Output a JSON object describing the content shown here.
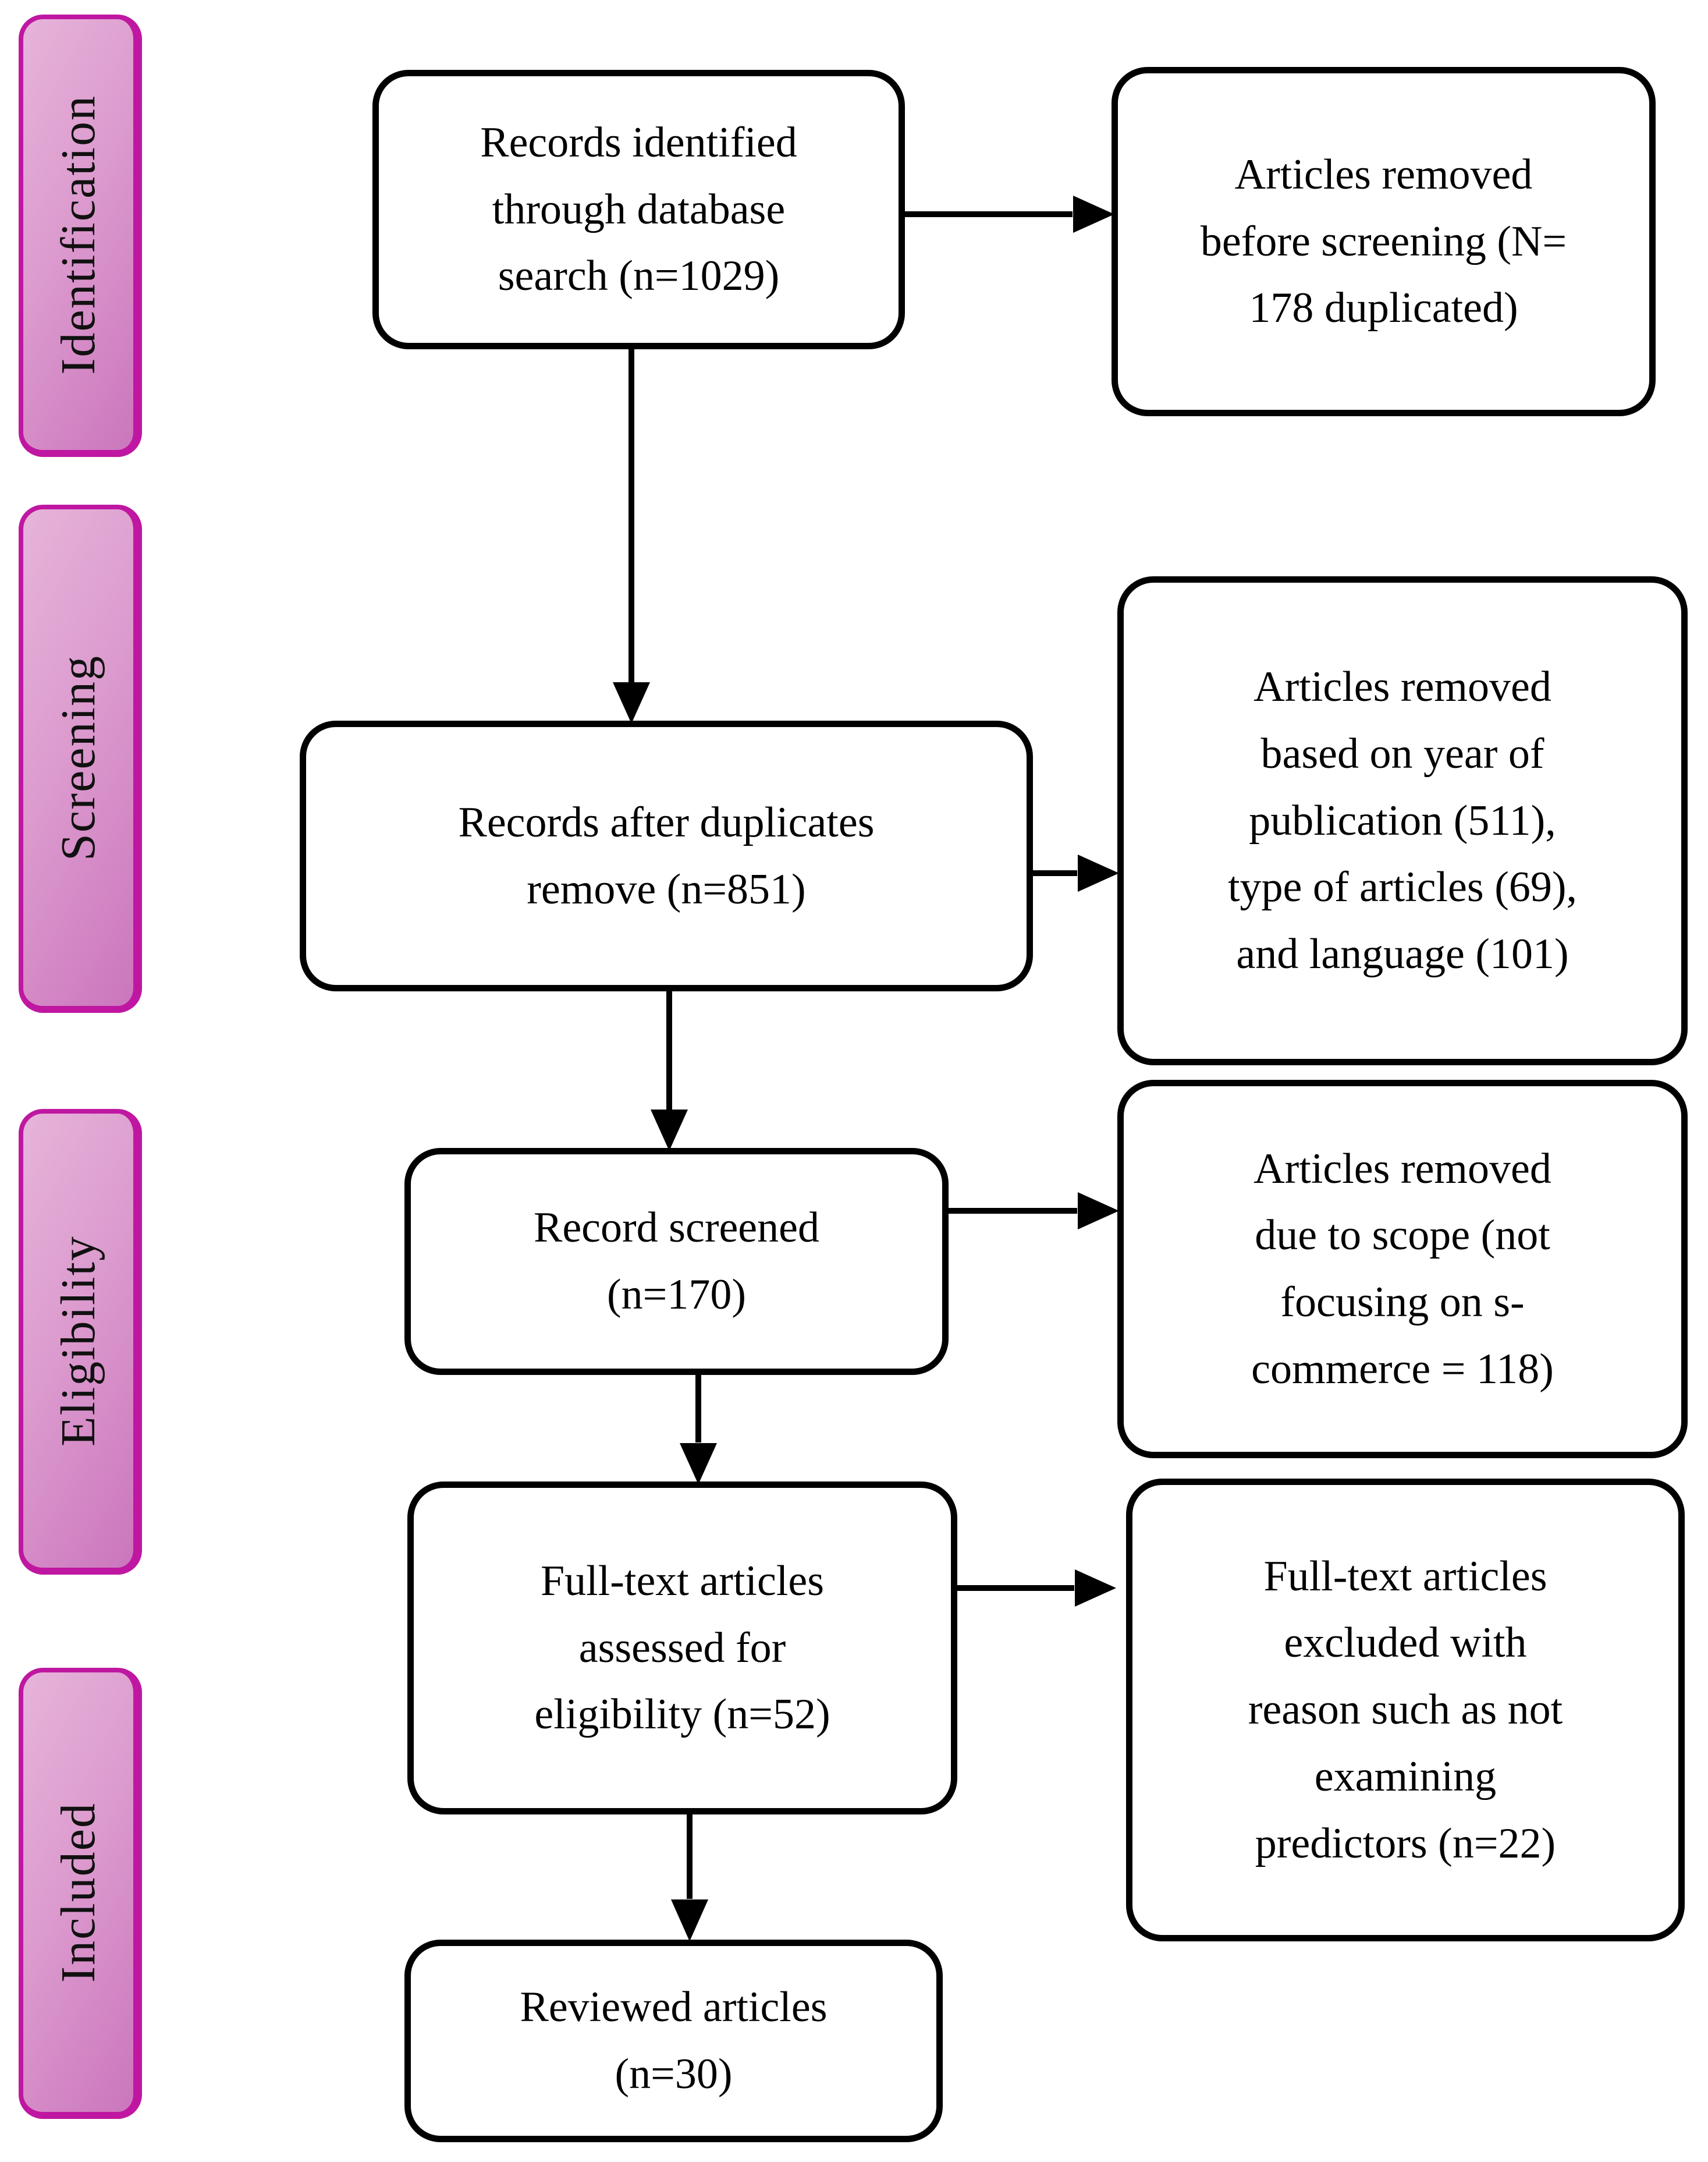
{
  "stages": [
    {
      "label": "Identification"
    },
    {
      "label": "Screening"
    },
    {
      "label": "Eligibility"
    },
    {
      "label": "Included"
    }
  ],
  "flow_boxes": [
    {
      "id": "records-identified",
      "text": "Records identified\nthrough database\nsearch (n=1029)",
      "n": 1029
    },
    {
      "id": "records-after-duplicates",
      "text": "Records after duplicates\nremove (n=851)",
      "n": 851
    },
    {
      "id": "records-screened",
      "text": "Record screened\n(n=170)",
      "n": 170
    },
    {
      "id": "fulltext-assessed",
      "text": "Full-text articles\nassessed for\neligibility (n=52)",
      "n": 52
    },
    {
      "id": "reviewed-articles",
      "text": "Reviewed articles\n(n=30)",
      "n": 30
    }
  ],
  "exclusion_boxes": [
    {
      "id": "removed-before-screening",
      "text": "Articles removed\nbefore screening (N=\n178 duplicated)",
      "n": 178
    },
    {
      "id": "removed-year-type-language",
      "text": "Articles removed\nbased on year of\npublication (511),\ntype of articles (69),\nand language (101)",
      "counts": {
        "year_of_publication": 511,
        "type_of_articles": 69,
        "language": 101
      }
    },
    {
      "id": "removed-scope",
      "text": "Articles removed\ndue to scope (not\nfocusing on s-\ncommerce = 118)",
      "n": 118
    },
    {
      "id": "fulltext-excluded",
      "text": "Full-text articles\nexcluded with\nreason such as not\nexamining\npredictors (n=22)",
      "n": 22
    }
  ],
  "colors": {
    "stage_fill_light": "#e6b4da",
    "stage_fill_dark": "#cb76bd",
    "stage_border": "#bf17a1",
    "box_fill": "#ffffff",
    "box_border": "#000000",
    "arrow": "#000000",
    "text": "#000000"
  }
}
